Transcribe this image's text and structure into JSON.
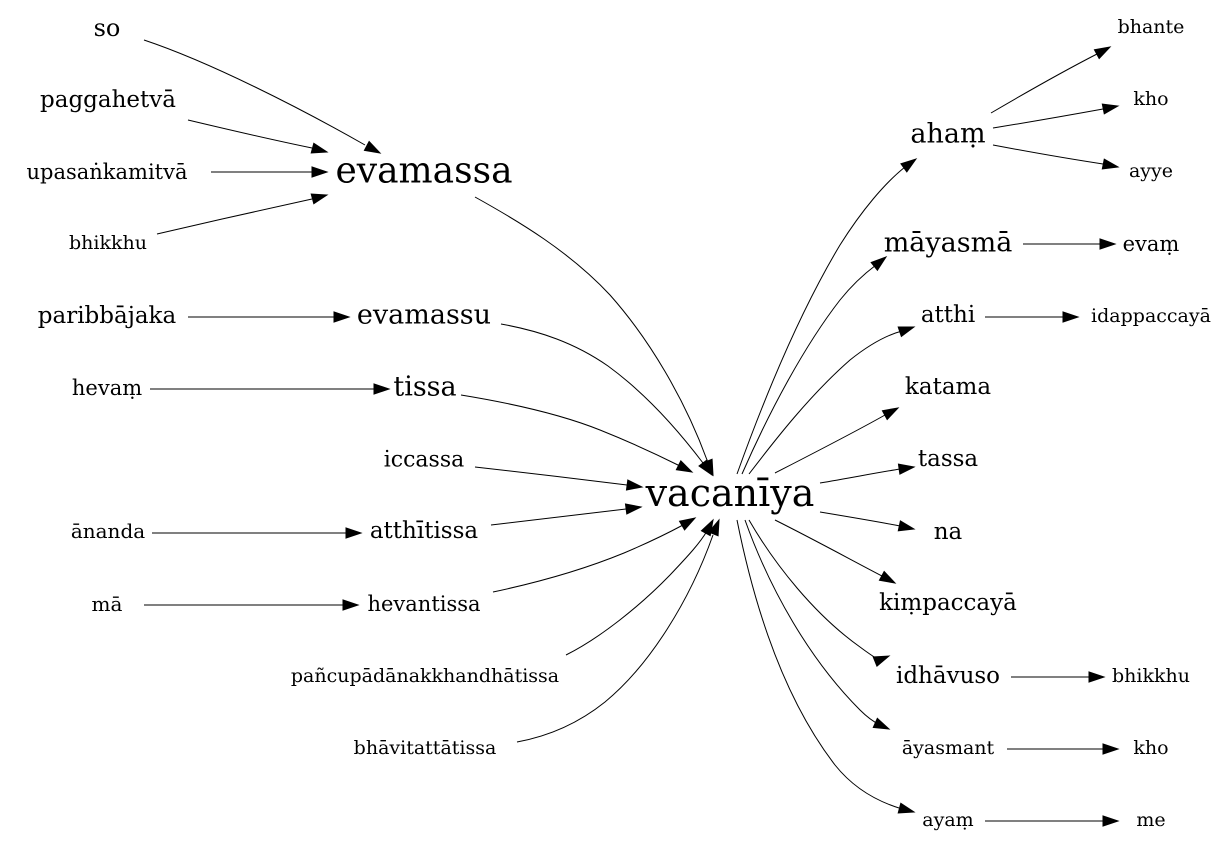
{
  "graph": {
    "nodes": {
      "so": "so",
      "paggahetva": "paggahetvā",
      "upasankamitva": "upasaṅkamitvā",
      "bhikkhu_left": "bhikkhu",
      "evamassa": "evamassa",
      "paribbajaka": "paribbājaka",
      "evamassu": "evamassu",
      "hevam": "hevaṃ",
      "tissa": "tissa",
      "iccassa": "iccassa",
      "ananda": "ānanda",
      "atthitissa": "atthītissa",
      "ma": "mā",
      "hevantissa": "hevantissa",
      "pancupadana": "pañcupādānakkhandhātissa",
      "bhavitatta": "bhāvitattātissa",
      "vacaniya": "vacanīya",
      "aham": "ahaṃ",
      "bhante": "bhante",
      "kho_top": "kho",
      "ayye": "ayye",
      "mayasma": "māyasmā",
      "evam": "evaṃ",
      "atthi": "atthi",
      "idappaccaya": "idappaccayā",
      "katama": "katama",
      "tassa": "tassa",
      "na": "na",
      "kimpaccaya": "kiṃpaccayā",
      "idhavuso": "idhāvuso",
      "bhikkhu_right": "bhikkhu",
      "ayasmant": "āyasmant",
      "kho_bottom": "kho",
      "ayam": "ayaṃ",
      "me": "me"
    },
    "edges": [
      [
        "so",
        "evamassa"
      ],
      [
        "paggahetva",
        "evamassa"
      ],
      [
        "upasankamitva",
        "evamassa"
      ],
      [
        "bhikkhu_left",
        "evamassa"
      ],
      [
        "paribbajaka",
        "evamassu"
      ],
      [
        "hevam",
        "tissa"
      ],
      [
        "ananda",
        "atthitissa"
      ],
      [
        "ma",
        "hevantissa"
      ],
      [
        "evamassa",
        "vacaniya"
      ],
      [
        "evamassu",
        "vacaniya"
      ],
      [
        "tissa",
        "vacaniya"
      ],
      [
        "iccassa",
        "vacaniya"
      ],
      [
        "atthitissa",
        "vacaniya"
      ],
      [
        "hevantissa",
        "vacaniya"
      ],
      [
        "pancupadana",
        "vacaniya"
      ],
      [
        "bhavitatta",
        "vacaniya"
      ],
      [
        "vacaniya",
        "aham"
      ],
      [
        "vacaniya",
        "mayasma"
      ],
      [
        "vacaniya",
        "atthi"
      ],
      [
        "vacaniya",
        "katama"
      ],
      [
        "vacaniya",
        "tassa"
      ],
      [
        "vacaniya",
        "na"
      ],
      [
        "vacaniya",
        "kimpaccaya"
      ],
      [
        "vacaniya",
        "idhavuso"
      ],
      [
        "vacaniya",
        "ayasmant"
      ],
      [
        "vacaniya",
        "ayam"
      ],
      [
        "aham",
        "bhante"
      ],
      [
        "aham",
        "kho_top"
      ],
      [
        "aham",
        "ayye"
      ],
      [
        "mayasma",
        "evam"
      ],
      [
        "atthi",
        "idappaccaya"
      ],
      [
        "idhavuso",
        "bhikkhu_right"
      ],
      [
        "ayasmant",
        "kho_bottom"
      ],
      [
        "ayam",
        "me"
      ]
    ]
  }
}
